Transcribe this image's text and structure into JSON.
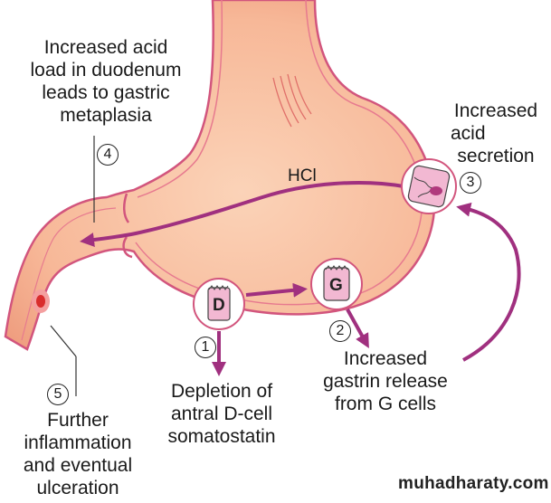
{
  "labels": {
    "step4_text": [
      "Increased acid",
      "load in duodenum",
      "leads to gastric",
      "metaplasia"
    ],
    "step3_text": [
      "Increased",
      "acid",
      "secretion"
    ],
    "step1_text": [
      "Depletion of",
      "antral D-cell",
      "somatostatin"
    ],
    "step2_text": [
      "Increased",
      "gastrin release",
      "from G cells"
    ],
    "step5_text": [
      "Further",
      "inflammation",
      "and eventual",
      "ulceration"
    ],
    "hcl": "HCl",
    "d_cell": "D",
    "g_cell": "G"
  },
  "step_numbers": {
    "n1": "1",
    "n2": "2",
    "n3": "3",
    "n4": "4",
    "n5": "5"
  },
  "watermark": "muhadharaty.com",
  "colors": {
    "arrow": "#a0307f",
    "stomach_fill": "#f6b99a",
    "stomach_outline": "#d2557d",
    "cell_fill": "#f2b8d2",
    "ulcer": "#d92d2d"
  }
}
